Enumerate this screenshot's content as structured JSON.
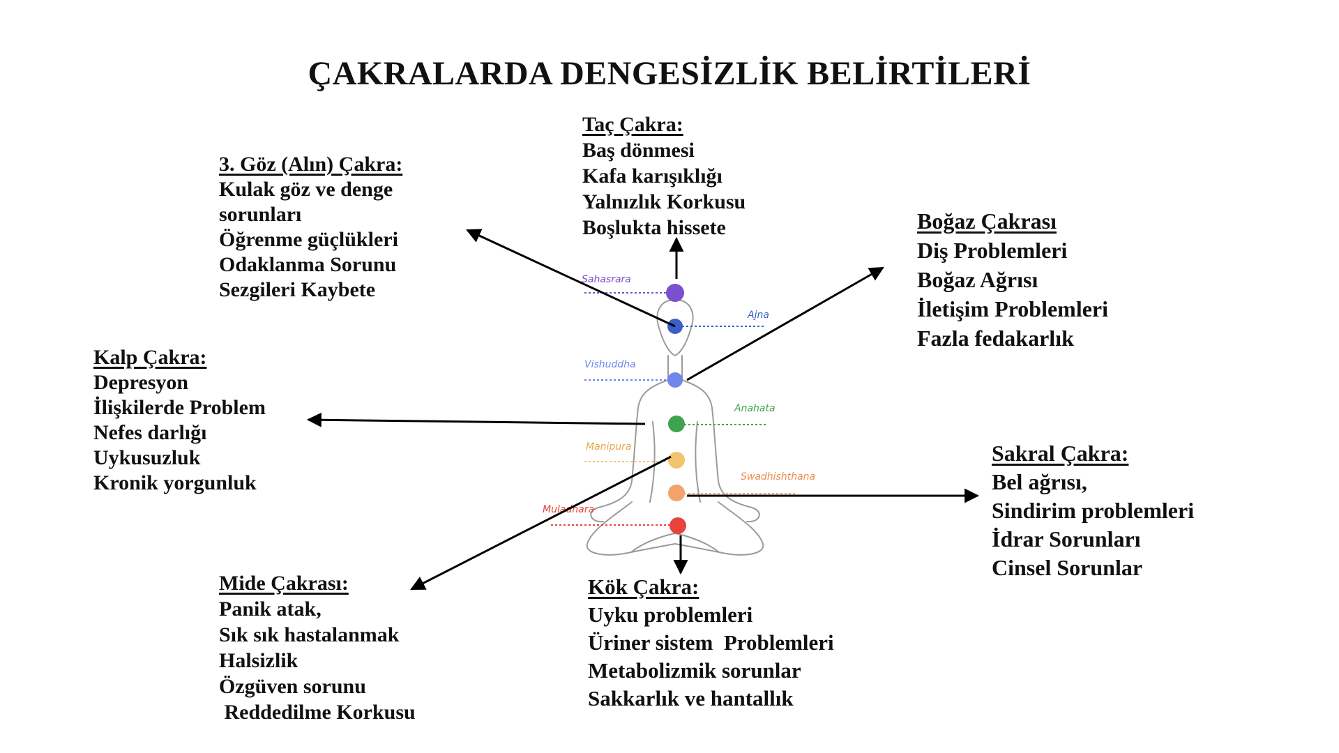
{
  "title": "ÇAKRALARDA DENGESİZLİK BELİRTİLERİ",
  "figure": {
    "labels": {
      "sahasrara": "Sahasrara",
      "ajna": "Ajna",
      "vishuddha": "Vishuddha",
      "anahata": "Anahata",
      "manipura": "Manipura",
      "swadhishthana": "Swadhishthana",
      "muladhara": "Muladhara"
    },
    "colors": {
      "sahasrara": "#7a4fd0",
      "ajna": "#3a5fc6",
      "vishuddha": "#6f86ea",
      "anahata": "#3fa34d",
      "manipura": "#f3c46e",
      "swadhishthana": "#f2a36b",
      "muladhara": "#e8443c"
    }
  },
  "chakras": {
    "tac": {
      "heading": "Taç Çakra:",
      "items": [
        "Baş dönmesi",
        "Kafa karışıklığı",
        "Yalnızlık Korkusu",
        "Boşlukta hissete"
      ]
    },
    "goz": {
      "heading": "3. Göz (Alın) Çakra:",
      "items": [
        "Kulak göz ve denge",
        "sorunları",
        "Öğrenme güçlükleri",
        "Odaklanma Sorunu",
        "Sezgileri Kaybete"
      ]
    },
    "bogaz": {
      "heading": "Boğaz Çakrası",
      "items": [
        "Diş Problemleri",
        "Boğaz Ağrısı",
        "İletişim Problemleri",
        "Fazla fedakarlık"
      ]
    },
    "kalp": {
      "heading": "Kalp Çakra:",
      "items": [
        "Depresyon",
        "İlişkilerde Problem",
        "Nefes darlığı",
        "Uykusuzluk",
        "Kronik yorgunluk"
      ]
    },
    "sakral": {
      "heading": "Sakral Çakra:",
      "items": [
        "Bel ağrısı,",
        "Sindirim problemleri",
        "İdrar Sorunları",
        "Cinsel Sorunlar"
      ]
    },
    "mide": {
      "heading": "Mide Çakrası:",
      "items": [
        "Panik atak,",
        "Sık sık hastalanmak",
        "Halsizlik",
        "Özgüven sorunu",
        " Reddedilme Korkusu"
      ]
    },
    "kok": {
      "heading": "Kök Çakra:",
      "items": [
        "Uyku problemleri",
        "Üriner sistem  Problemleri",
        "Metabolizmik sorunlar",
        "Sakkarlık ve hantallık"
      ]
    }
  }
}
